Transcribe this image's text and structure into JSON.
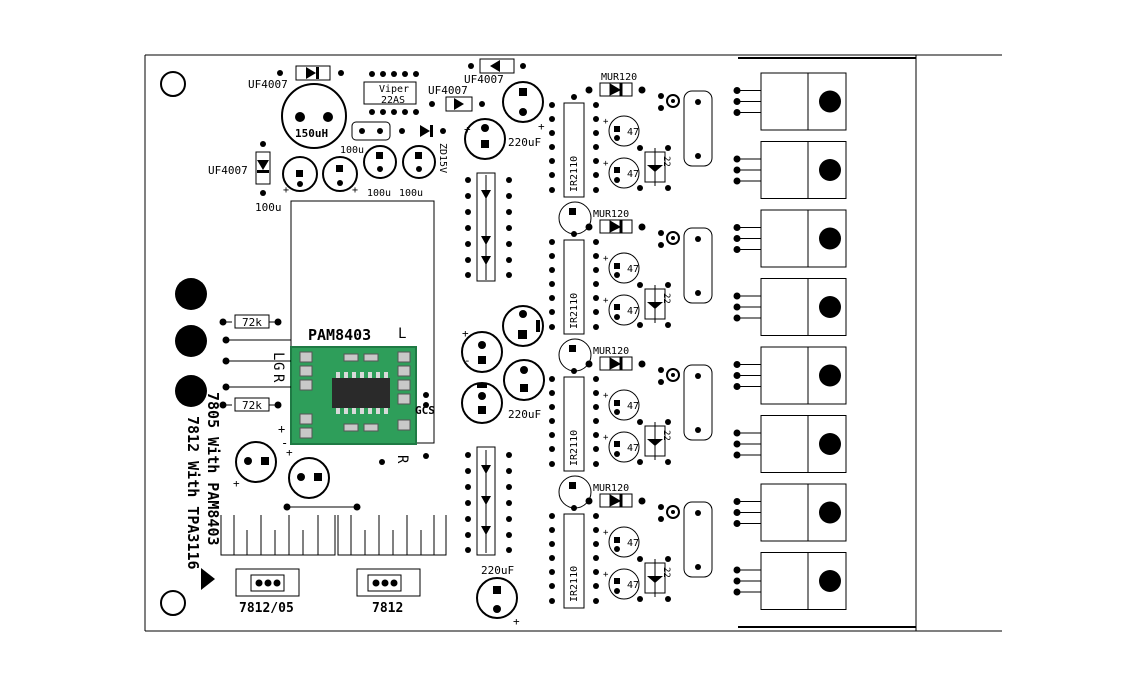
{
  "board": {
    "title_line1": "7805 With PAM8403",
    "title_line2": "7812 With TPA3116"
  },
  "parts": {
    "uf4007_a": "UF4007",
    "uf4007_b": "UF4007",
    "uf4007_c": "UF4007",
    "uf4007_d": "UF4007",
    "viper_l1": "Viper",
    "viper_l2": "22AS",
    "inductor": "150uH",
    "cap_100u_a": "100u",
    "cap_100u_b": "100u",
    "cap_100u_c": "100u",
    "cap_100u_d": "100u",
    "zener": "ZD15V",
    "cap_220uf_a": "220uF",
    "cap_220uf_b": "220uF",
    "cap_220uf_c": "220uF",
    "res_72k_a": "72k",
    "res_72k_b": "72k",
    "amp": "PAM8403",
    "pin_L": "L",
    "pin_G": "G",
    "pin_R": "R",
    "pin_R2": "R",
    "pin_L2": "L",
    "pin_GCS": "GCS",
    "reg_a": "7812/05",
    "reg_b": "7812",
    "mur_a": "MUR120",
    "mur_b": "MUR120",
    "mur_c": "MUR120",
    "mur_d": "MUR120",
    "ir_a": "IR2110",
    "ir_b": "IR2110",
    "ir_c": "IR2110",
    "ir_d": "IR2110",
    "cap47": "47",
    "res22": "22",
    "plus": "+",
    "minus": "-"
  },
  "colors": {
    "module_green": "#2e9e5a",
    "module_dark": "#1f7a44",
    "chip": "#2a2a2a",
    "ink": "#000000"
  }
}
